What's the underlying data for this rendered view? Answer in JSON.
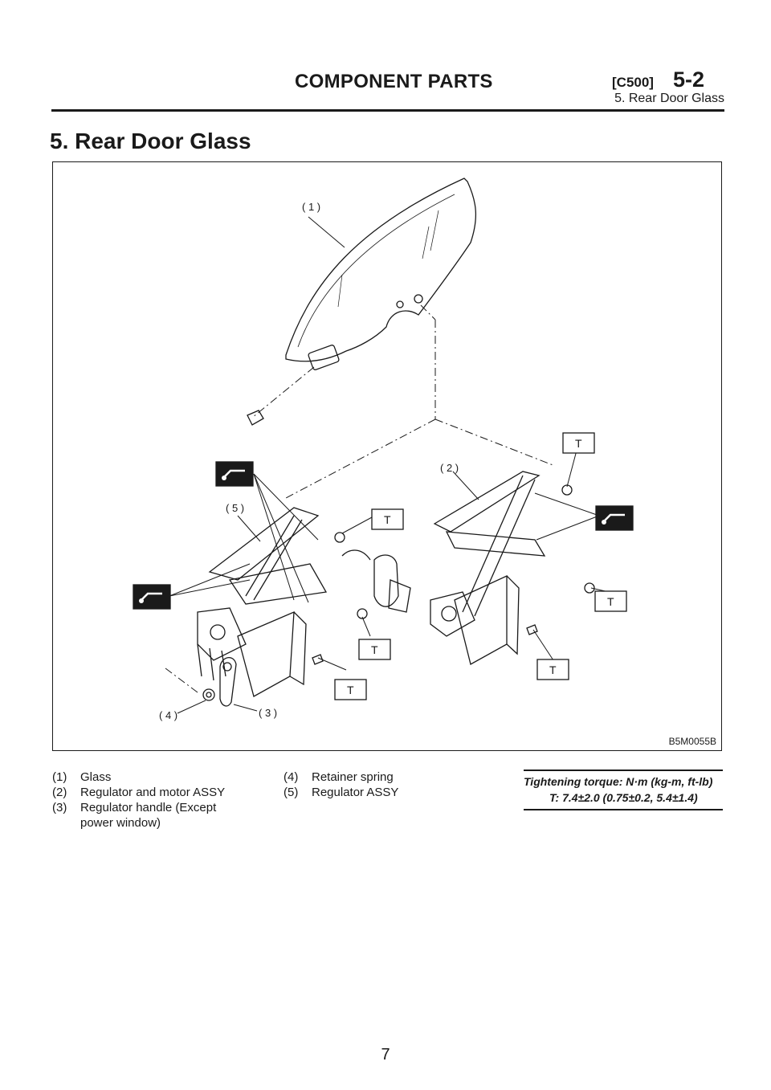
{
  "header": {
    "section_title": "COMPONENT PARTS",
    "code": "[C500]",
    "chapter": "5-2",
    "subtitle": "5. Rear Door Glass"
  },
  "title": "5. Rear Door Glass",
  "figure": {
    "code": "B5M0055B",
    "callouts": [
      "( 1 )",
      "( 2 )",
      "( 3 )",
      "( 4 )",
      "( 5 )"
    ],
    "torque_marker": "T",
    "icons": [
      "grease-icon",
      "grease-icon",
      "grease-icon"
    ]
  },
  "legend": {
    "col1": [
      {
        "num": "(1)",
        "text": "Glass"
      },
      {
        "num": "(2)",
        "text": "Regulator and motor ASSY"
      },
      {
        "num": "(3)",
        "text": "Regulator handle (Except power window)"
      }
    ],
    "col2": [
      {
        "num": "(4)",
        "text": "Retainer spring"
      },
      {
        "num": "(5)",
        "text": "Regulator ASSY"
      }
    ]
  },
  "torque": {
    "heading": "Tightening torque: N·m (kg-m, ft-lb)",
    "value": "T: 7.4±2.0 (0.75±0.2, 5.4±1.4)"
  },
  "page_number": "7"
}
